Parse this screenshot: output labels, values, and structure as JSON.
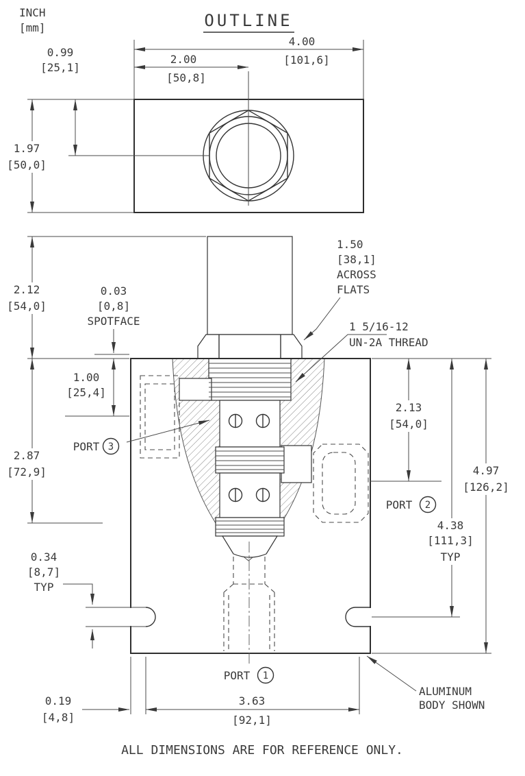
{
  "title": "OUTLINE",
  "units": {
    "inch": "INCH",
    "mm": "[mm]"
  },
  "footer": "ALL DIMENSIONS ARE FOR REFERENCE ONLY.",
  "colors": {
    "line": "#3a3a3a",
    "background": "#ffffff"
  },
  "dims": {
    "overall_width": {
      "in": "4.00",
      "mm": "[101,6]"
    },
    "center_width": {
      "in": "2.00",
      "mm": "[50,8]"
    },
    "center_offset": {
      "in": "0.99",
      "mm": "[25,1]"
    },
    "body_depth": {
      "in": "1.97",
      "mm": "[50,0]"
    },
    "valve_height": {
      "in": "2.12",
      "mm": "[54,0]"
    },
    "spotface": {
      "in": "0.03",
      "mm": "[0,8]",
      "note": "SPOTFACE"
    },
    "across_flats": {
      "in": "1.50",
      "mm": "[38,1]",
      "note1": "ACROSS",
      "note2": "FLATS"
    },
    "thread": {
      "line1": "1 5/16-12",
      "line2": "UN-2A THREAD"
    },
    "port3_depth": {
      "in": "1.00",
      "mm": "[25,4]"
    },
    "port3_center": {
      "in": "2.87",
      "mm": "[72,9]"
    },
    "port2_depth": {
      "in": "2.13",
      "mm": "[54,0]"
    },
    "body_height": {
      "in": "4.97",
      "mm": "[126,2]"
    },
    "slot_height": {
      "in": "4.38",
      "mm": "[111,3]",
      "note": "TYP"
    },
    "slot_width": {
      "in": "0.34",
      "mm": "[8,7]",
      "note": "TYP"
    },
    "slot_offset": {
      "in": "0.19",
      "mm": "[4,8]"
    },
    "port_span": {
      "in": "3.63",
      "mm": "[92,1]"
    }
  },
  "ports": {
    "p1": {
      "label": "PORT",
      "num": "1"
    },
    "p2": {
      "label": "PORT",
      "num": "2"
    },
    "p3": {
      "label": "PORT",
      "num": "3"
    }
  },
  "callout_body": {
    "line1": "ALUMINUM",
    "line2": "BODY SHOWN"
  }
}
